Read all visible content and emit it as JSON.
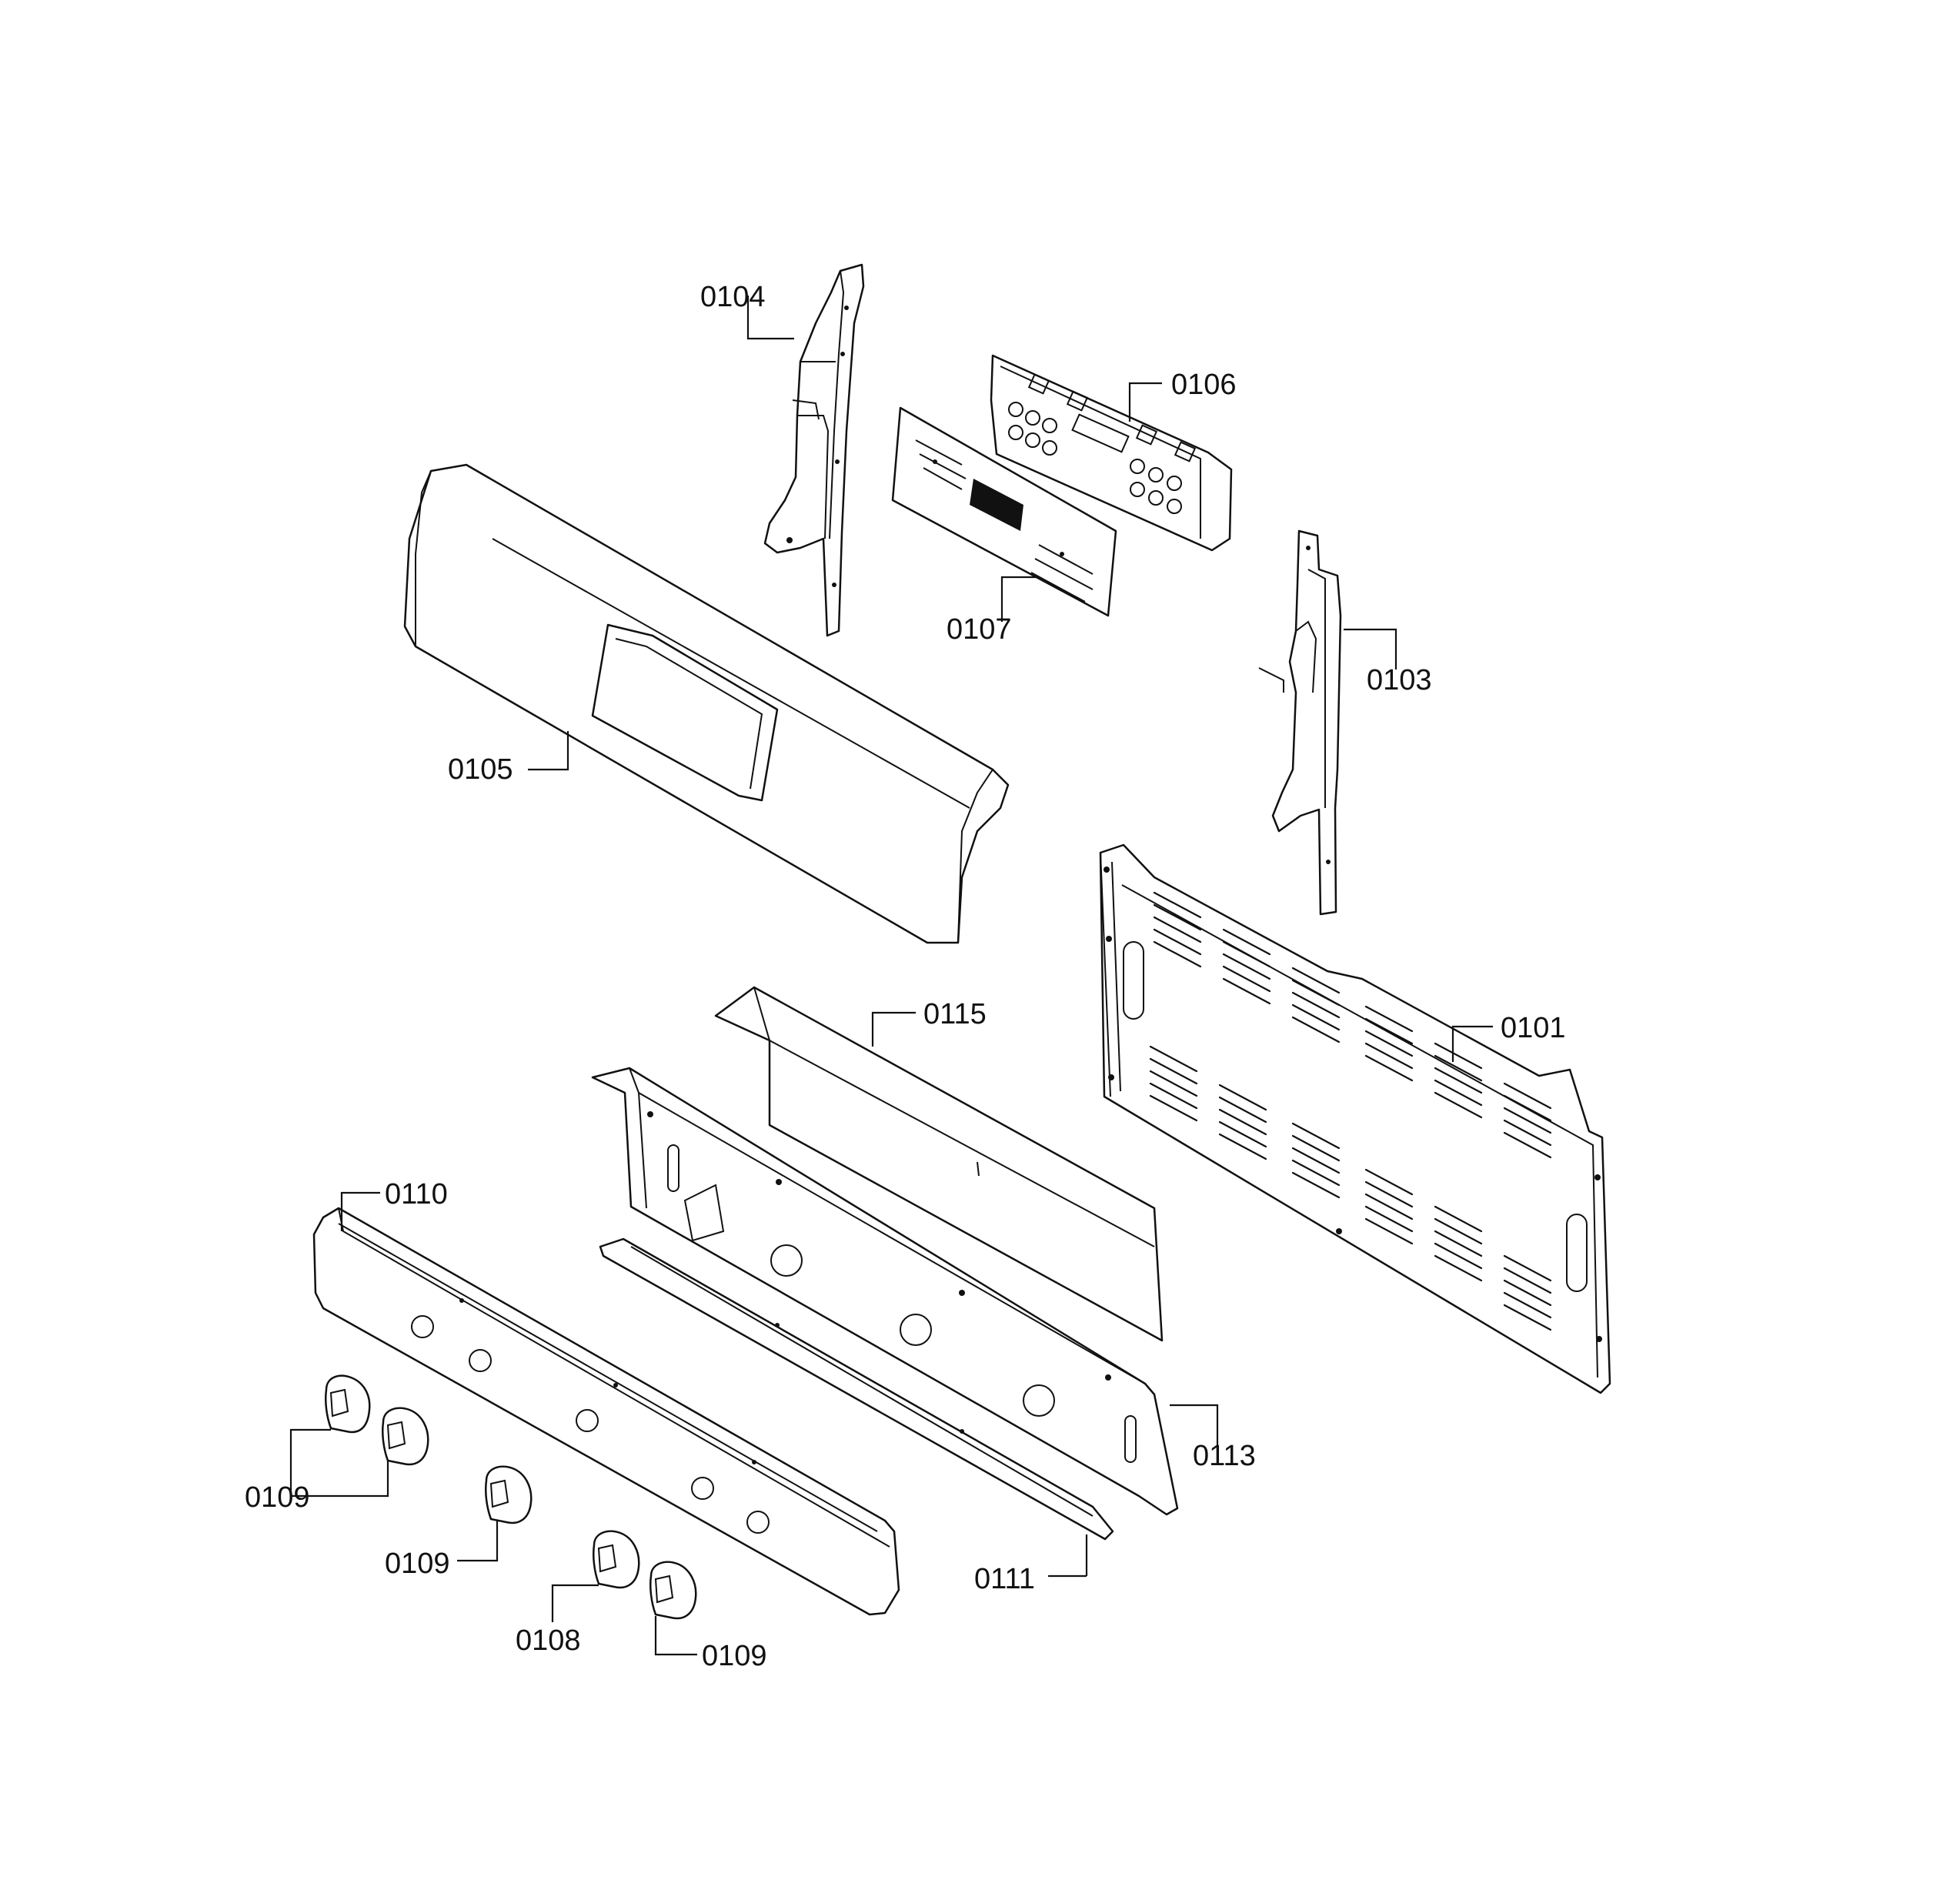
{
  "callouts": [
    {
      "id": "c0104",
      "label": "0104"
    },
    {
      "id": "c0106",
      "label": "0106"
    },
    {
      "id": "c0107",
      "label": "0107"
    },
    {
      "id": "c0103",
      "label": "0103"
    },
    {
      "id": "c0105",
      "label": "0105"
    },
    {
      "id": "c0115",
      "label": "0115"
    },
    {
      "id": "c0101",
      "label": "0101"
    },
    {
      "id": "c0110",
      "label": "0110"
    },
    {
      "id": "c0113",
      "label": "0113"
    },
    {
      "id": "c0109a",
      "label": "0109"
    },
    {
      "id": "c0109b",
      "label": "0109"
    },
    {
      "id": "c0111",
      "label": "0111"
    },
    {
      "id": "c0108",
      "label": "0108"
    },
    {
      "id": "c0109c",
      "label": "0109"
    }
  ],
  "colors": {
    "line": "#111111",
    "background": "#ffffff"
  }
}
